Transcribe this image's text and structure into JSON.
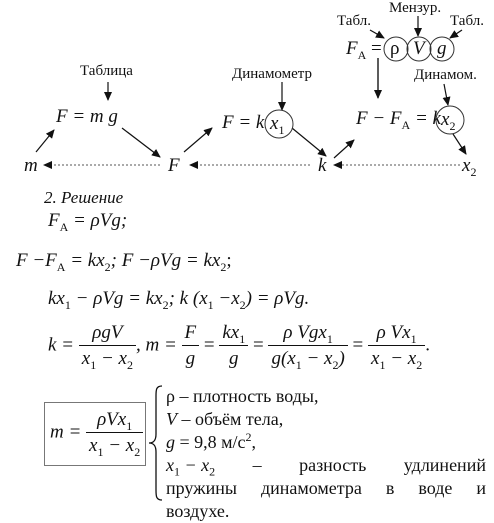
{
  "diagram": {
    "m_left": "m",
    "F_center": "F",
    "k_center": "k",
    "x2_right": "x",
    "x2_right_sub": "2",
    "tablica": "Таблица",
    "F_eq_mg": "F = m g",
    "dinamometr": "Динамометр",
    "F_eq_k": "F = k",
    "x1_circle": "x",
    "x1_sub": "1",
    "F_minus_FA_prefix": "F − F",
    "FA_sub": "A",
    "F_minus_FA_mid": " = k",
    "x2_circle": "x",
    "x2_circle_sub": "2",
    "FA_top": "F",
    "FA_top_sub": "A",
    "FA_eq": " =",
    "rho_circle": "ρ",
    "V_circle": "V",
    "g_circle": "g",
    "tabl_left": "Табл.",
    "menzur": "Мензур.",
    "tabl_right": "Табл.",
    "dinamom": "Динамом."
  },
  "solution": {
    "heading": "2. Решение",
    "eq1": {
      "lhs": "F",
      "sub": "A",
      "rhs": " = ρVg;"
    },
    "eq2": "F −F",
    "eq2_sub": "A",
    "eq2_rest": " = kx",
    "eq2_sub2": "2",
    "eq2_tail": "; F −ρVg = kx",
    "eq2_sub3": "2",
    "eq2_end": ";",
    "eq3_a": "kx",
    "eq3_a_sub": "1",
    "eq3_b": " − ρVg = kx",
    "eq3_b_sub": "2",
    "eq3_c": ";  k (x",
    "eq3_c_sub": "1",
    "eq3_d": " −x",
    "eq3_d_sub": "2",
    "eq3_e": ") = ρVg.",
    "eq4": {
      "k": "k = ",
      "f1_num": "ρgV",
      "f1_den_a": "x",
      "f1_den_sub1": "1",
      "f1_den_b": " − x",
      "f1_den_sub2": "2",
      "m": ", m = ",
      "f2_num": "F",
      "f2_den": "g",
      "eqs": " = ",
      "f3_num_a": "kx",
      "f3_num_sub": "1",
      "f3_den": "g",
      "f4_num_a": "ρ Vgx",
      "f4_num_sub": "1",
      "f4_den_a": "g(x",
      "f4_den_sub1": "1",
      "f4_den_b": " − x",
      "f4_den_sub2": "2",
      "f4_den_c": ")",
      "f5_num_a": "ρ Vx",
      "f5_num_sub": "1",
      "f5_den_a": "x",
      "f5_den_sub1": "1",
      "f5_den_b": " − x",
      "f5_den_sub2": "2",
      "end": "."
    },
    "final": {
      "m": "m = ",
      "num_a": "ρVx",
      "num_sub": "1",
      "den_a": "x",
      "den_sub1": "1",
      "den_b": " − x",
      "den_sub2": "2"
    },
    "legend": {
      "l1": "ρ – плотность воды,",
      "l2_a": "V",
      "l2_b": " – объём тела,",
      "l3_a": "g",
      "l3_b": " = 9,8 м/с",
      "l3_sup": "2",
      "l3_c": ",",
      "l4_a": "x",
      "l4_sub1": "1",
      "l4_b": " − x",
      "l4_sub2": "2",
      "l4_words": [
        "–",
        "разность",
        "удлинений"
      ],
      "l5_words": [
        "пружины",
        "динамометра",
        "в",
        "воде",
        "и"
      ],
      "l6": "воздухе."
    }
  }
}
